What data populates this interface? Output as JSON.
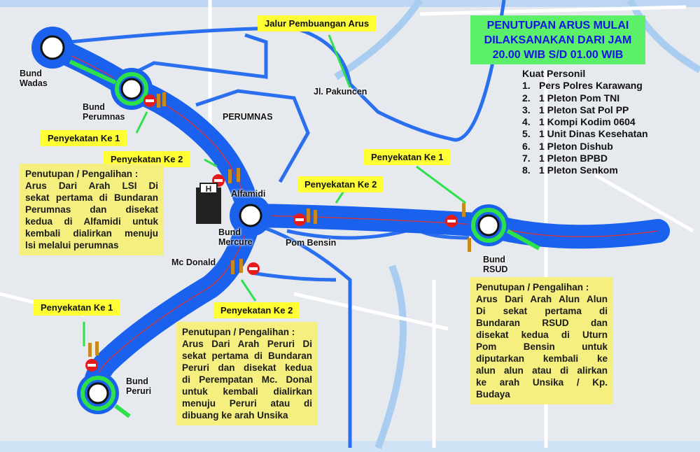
{
  "header": {
    "lines": [
      "PENUTUPAN ARUS MULAI",
      "DILAKSANAKAN DARI JAM",
      "20.00 WIB  S/D 01.00 WIB"
    ]
  },
  "personnel": {
    "title": "Kuat Personil",
    "items": [
      {
        "n": "1.",
        "t": "Pers Polres Karawang"
      },
      {
        "n": "2.",
        "t": "1 Pleton Pom TNI"
      },
      {
        "n": "3.",
        "t": "1 Pleton Sat Pol PP"
      },
      {
        "n": "4.",
        "t": "1 Kompi Kodim 0604"
      },
      {
        "n": "5.",
        "t": "1 Unit Dinas Kesehatan"
      },
      {
        "n": "6.",
        "t": "1 Pleton Dishub"
      },
      {
        "n": "7.",
        "t": "1 Pleton BPBD"
      },
      {
        "n": "8.",
        "t": "1 Pleton Senkom"
      }
    ]
  },
  "labels": {
    "jalur": "Jalur Pembuangan Arus",
    "pk1_perumnas": "Penyekatan Ke 1",
    "pk2_alfamidi": "Penyekatan Ke 2",
    "pk2_pom": "Penyekatan Ke 2",
    "pk1_rsud": "Penyekatan Ke 1",
    "pk1_peruri": "Penyekatan Ke 1",
    "pk2_mcd": "Penyekatan Ke 2"
  },
  "places": {
    "wadas": "Bund\nWadas",
    "perumnas_bund": "Bund\nPerumnas",
    "mercure": "Bund\nMercure",
    "rsud": "Bund\nRSUD",
    "peruri": "Bund\nPeruri",
    "perumnas": "PERUMNAS",
    "alfamidi": "Alfamidi",
    "pom": "Pom Bensin",
    "mcd": "Mc Donald",
    "pakuncen": "Jl. Pakuncen"
  },
  "info": {
    "perumnas": [
      "Penutupan / Pengalihan :",
      "Arus Dari Arah LSI Di",
      "sekat pertama di Bundaran",
      "Perumnas dan disekat",
      "kedua di Alfamidi untuk",
      "kembali dialirkan menuju",
      "lsi melalui perumnas"
    ],
    "peruri": [
      "Penutupan / Pengalihan :",
      "Arus Dari Arah Peruri Di",
      "sekat pertama di Bundaran",
      "Peruri dan disekat kedua",
      "di Perempatan Mc. Donal",
      "untuk kembali dialirkan",
      "menuju Peruri atau di",
      "dibuang ke arah Unsika"
    ],
    "rsud": [
      "Penutupan / Pengalihan :",
      "Arus Dari Arah Alun Alun",
      "Di sekat pertama di",
      "Bundaran RSUD dan",
      "disekat kedua di Uturn",
      "Pom Bensin untuk",
      "diputarkan kembali ke",
      "alun alun atau di alirkan",
      "ke arah Unsika / Kp.",
      "Budaya"
    ]
  },
  "colors": {
    "route": "#1a62ee",
    "header_bg": "#5cf06a",
    "label_bg": "#ffff33",
    "info_bg": "#f5f07a"
  }
}
